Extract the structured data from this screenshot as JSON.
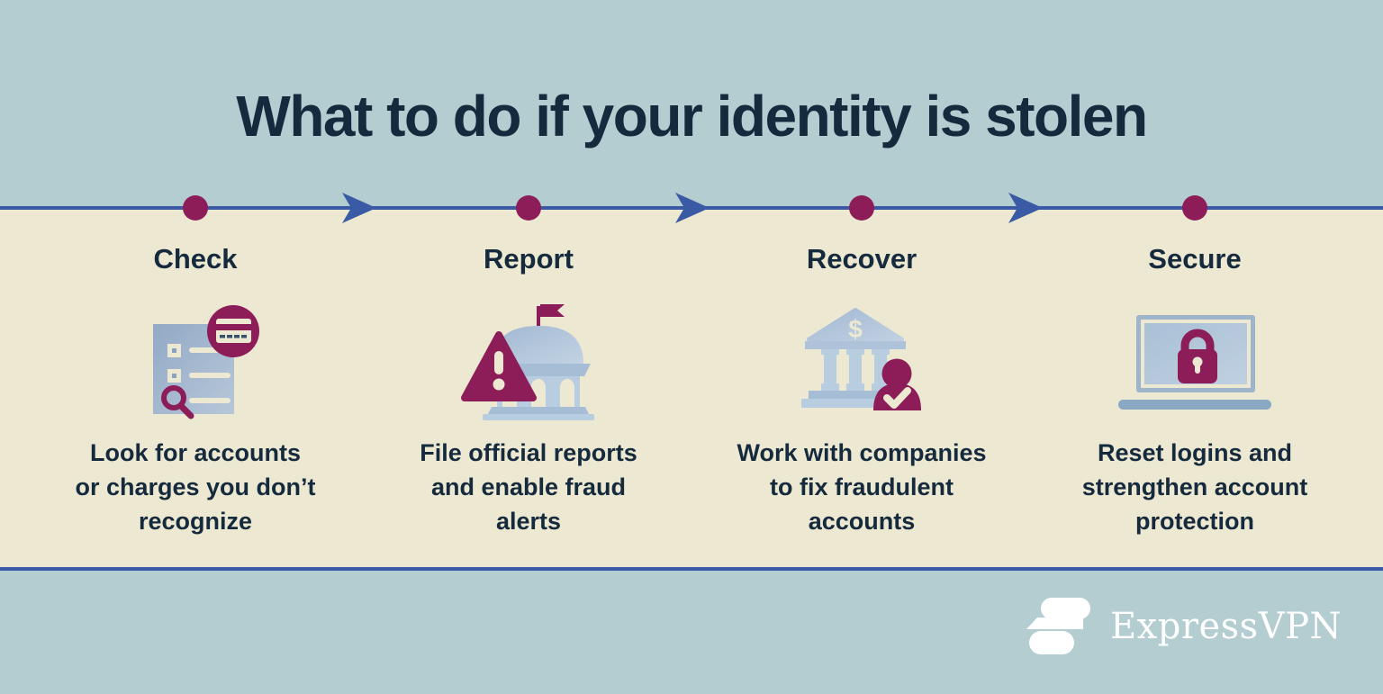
{
  "title": "What to do if your identity is stolen",
  "steps": [
    {
      "label": "Check",
      "description": "Look for accounts\nor charges you don’t\nrecognize",
      "icon": "document-search-card-icon"
    },
    {
      "label": "Report",
      "description": "File official reports\nand enable fraud\nalerts",
      "icon": "government-building-warning-icon"
    },
    {
      "label": "Recover",
      "description": "Work with companies\nto fix fraudulent\naccounts",
      "icon": "bank-person-check-icon"
    },
    {
      "label": "Secure",
      "description": "Reset logins and\nstrengthen account\nprotection",
      "icon": "laptop-padlock-icon"
    }
  ],
  "footer": {
    "brand": "ExpressVPN"
  },
  "colors": {
    "band_blue": "#b3cdd1",
    "cream": "#ece8d1",
    "navy_text": "#152a3d",
    "timeline_blue": "#3b5aa5",
    "accent_maroon": "#8c1d59",
    "icon_blue_light": "#b9cde0",
    "icon_blue_mid": "#9db4cb",
    "icon_blue_dark": "#8aa7c3",
    "logo_white": "#ffffff"
  }
}
